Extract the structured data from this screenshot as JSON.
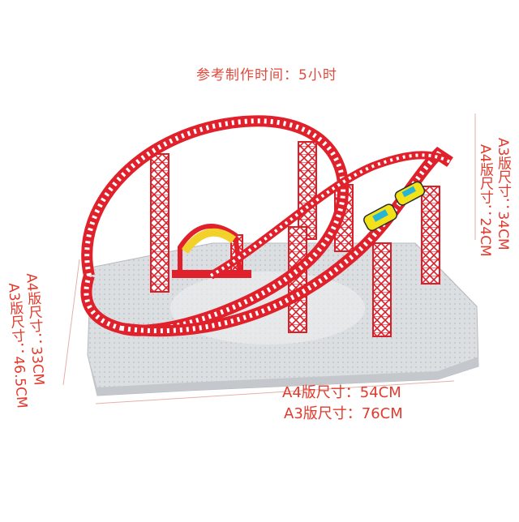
{
  "caption": {
    "reference_time": "参考制作时间：5小时"
  },
  "dimensions": {
    "width_a4": "A4版尺寸：54CM",
    "width_a3": "A3版尺寸：76CM",
    "height_a3": "A3版尺寸：34CM",
    "height_a4": "A4版尺寸：24CM",
    "depth_a4": "A4版尺寸：33CM",
    "depth_a3": "A3版尺寸：46.5CM"
  },
  "colors": {
    "track": "#e0202a",
    "base": "#d9dcdf",
    "cart": "#f2e21a",
    "dimension_text": "#e23a2c"
  }
}
